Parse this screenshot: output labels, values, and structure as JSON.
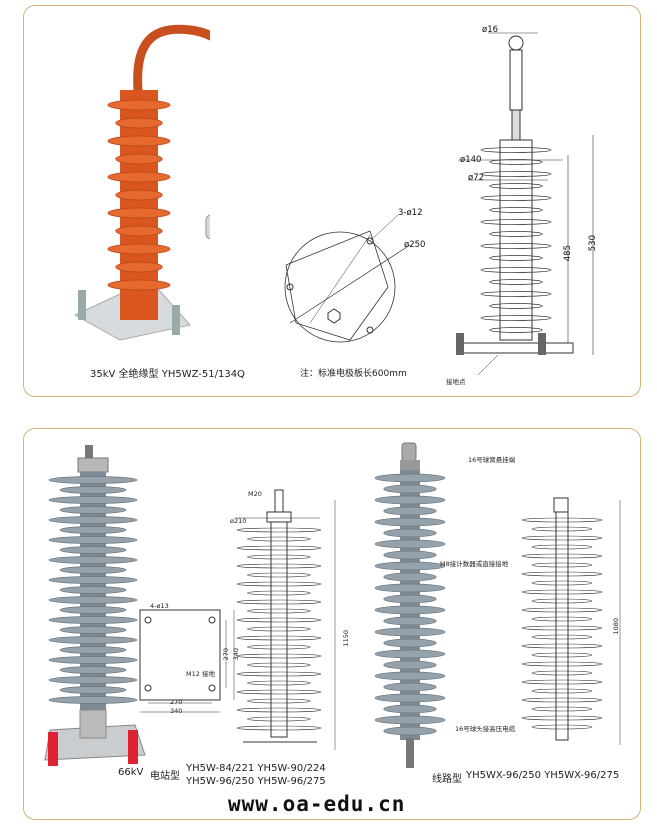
{
  "top_panel": {
    "product_caption": "35kV 全绝缘型 YH5WZ-51/134Q",
    "plate_caption": "注：标准电极板长600mm",
    "plate_labels": {
      "holes": "3-ø12",
      "diameter": "ø250"
    },
    "elevation_labels": {
      "top_dia": "ø16",
      "d140": "ø140",
      "d72": "ø72",
      "h485": "485",
      "h530": "530",
      "ground": "接地点"
    }
  },
  "bottom_panel": {
    "caption_prefix": "66kV",
    "station_type_label": "电站型",
    "station_models_line1": "YH5W-84/221  YH5W-90/224",
    "station_models_line2": "YH5W-96/250  YH5W-96/275",
    "line_type_label": "线路型",
    "line_models": "YH5WX-96/250  YH5WX-96/275",
    "watermark": "www.oa-edu.cn",
    "station_drawing_labels": {
      "m20": "M20",
      "d210": "ø210",
      "h1150": "1150"
    },
    "base_plate_labels": {
      "holes": "4-ø13",
      "ground": "M12 接地",
      "w270": "270",
      "w340": "340",
      "h270": "270",
      "h340": "340"
    },
    "line_drawing_labels": {
      "top_note": "16号球窝悬挂端",
      "mid_note": "M8接计数器或直接接地",
      "bottom_note": "16号球头接高压电缆",
      "h1080": "1080"
    }
  },
  "colors": {
    "border": "#d6b27a",
    "insulator_orange": "#e0602a",
    "insulator_grey": "#8e9aa4"
  }
}
